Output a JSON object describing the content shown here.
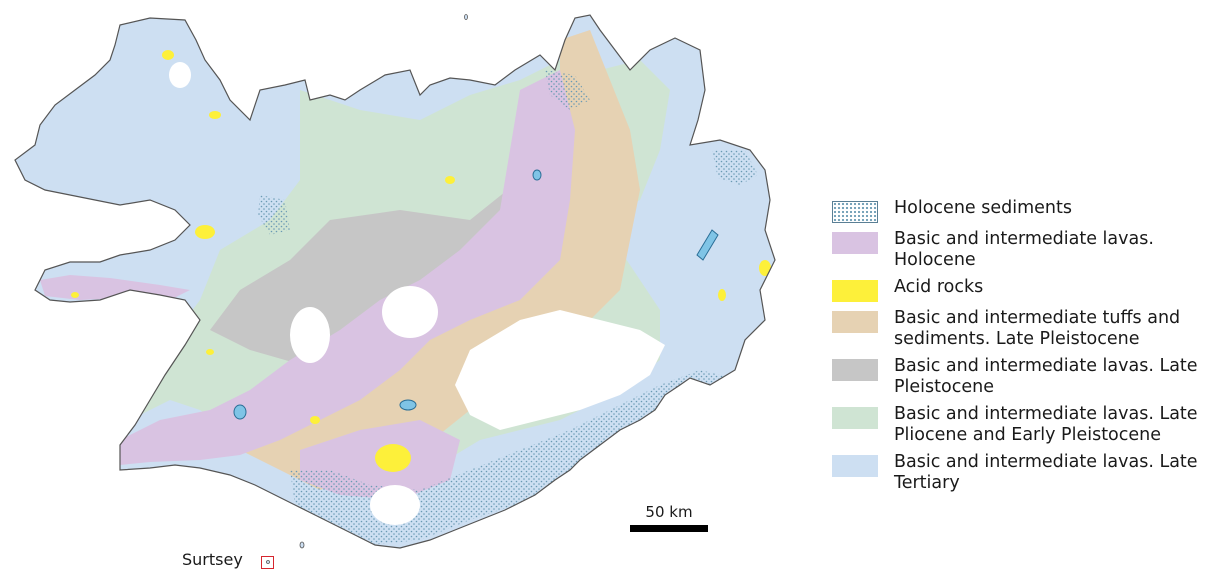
{
  "legend": [
    {
      "label": "Holocene sediments",
      "color": "#ffffff",
      "pattern": "dots"
    },
    {
      "label": "Basic and intermediate lavas. Holocene",
      "color": "#d9c3e2"
    },
    {
      "label": "Acid rocks",
      "color": "#fdf03a"
    },
    {
      "label": "Basic and intermediate tuffs and sediments. Late Pleistocene",
      "color": "#e6d2b3"
    },
    {
      "label": "Basic and intermediate lavas. Late Pleistocene",
      "color": "#c6c6c6"
    },
    {
      "label": "Basic and intermediate lavas. Late Pliocene and Early Pleistocene",
      "color": "#cfe4d3"
    },
    {
      "label": "Basic and intermediate lavas. Late Tertiary",
      "color": "#cddff2"
    }
  ],
  "scale": {
    "label": "50 km"
  },
  "surtsey": {
    "label": "Surtsey",
    "box_color": "#d6262e"
  },
  "colors": {
    "glacier": "#ffffff",
    "lake": "#7fc4e6",
    "coastline": "#555555"
  }
}
